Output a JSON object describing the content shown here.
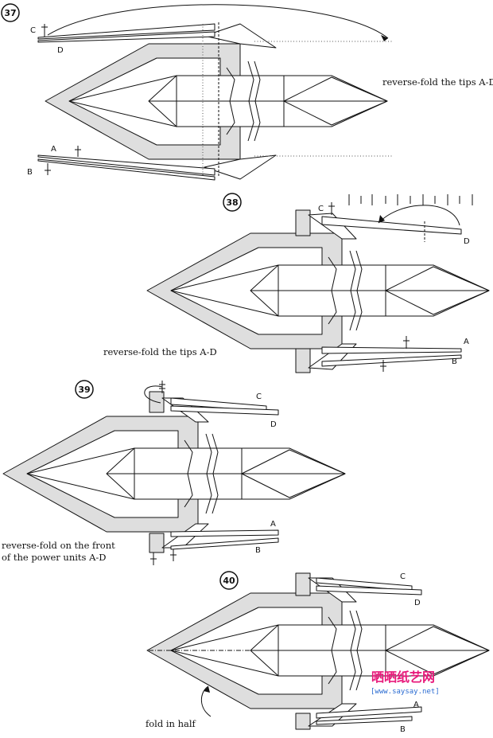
{
  "steps": [
    {
      "number": "37",
      "caption_lines": [
        "reverse-fold the tips A-D"
      ],
      "letters": {
        "a": "A",
        "b": "B",
        "c": "C",
        "d": "D"
      }
    },
    {
      "number": "38",
      "caption_lines": [
        "reverse-fold the tips A-D"
      ],
      "letters": {
        "a": "A",
        "b": "B",
        "c": "C",
        "d": "D"
      }
    },
    {
      "number": "39",
      "caption_lines": [
        "reverse-fold on the front",
        "of the power units A-D"
      ],
      "letters": {
        "a": "A",
        "b": "B",
        "c": "C",
        "d": "D"
      }
    },
    {
      "number": "40",
      "caption_lines": [
        "fold in half"
      ],
      "letters": {
        "a": "A",
        "b": "B",
        "c": "C",
        "d": "D"
      }
    }
  ],
  "watermark": {
    "chinese": "晒晒纸艺网",
    "url": "[www.saysay.net]"
  },
  "colors": {
    "ink": "#111111",
    "paper": "#ffffff",
    "shade": "#dedede",
    "watermark_pink": "#e8187a",
    "watermark_blue": "#2a6bd1"
  }
}
